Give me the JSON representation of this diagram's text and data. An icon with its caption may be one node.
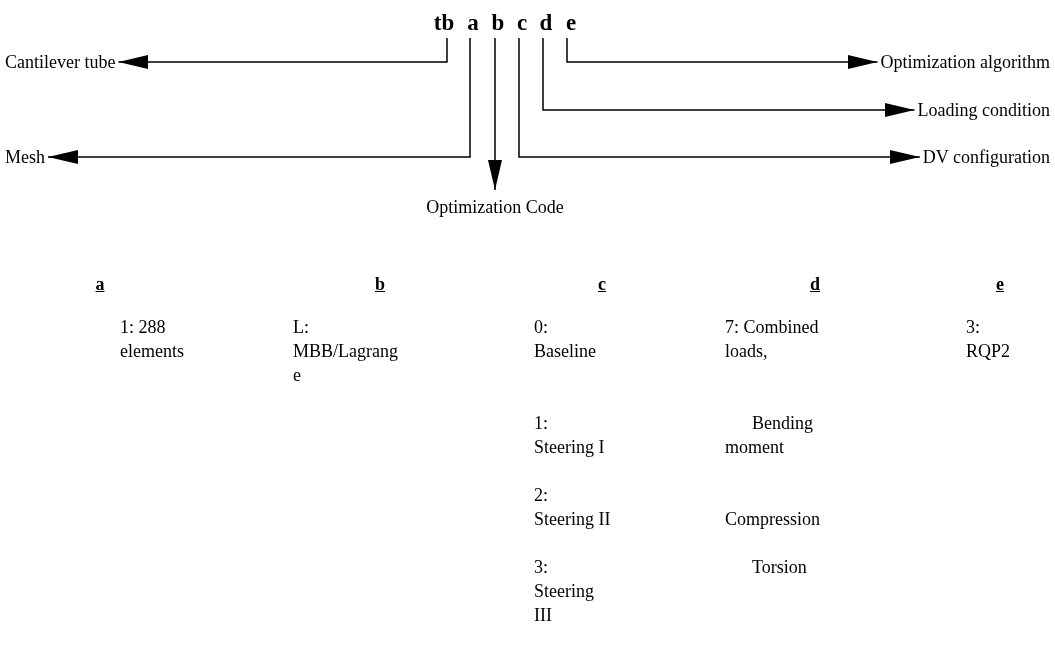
{
  "diagram": {
    "nodes": [
      {
        "text": [
          "tb"
        ]
      },
      {
        "text": [
          "a"
        ]
      },
      {
        "text": [
          "b"
        ]
      },
      {
        "text": [
          "c"
        ]
      },
      {
        "text": [
          "d"
        ]
      },
      {
        "text": [
          "e"
        ]
      },
      {
        "text": [
          "Cantilever tube"
        ]
      },
      {
        "text": [
          "Mesh"
        ]
      },
      {
        "text": [
          "Optimization Code"
        ]
      },
      {
        "text": [
          "Optimization algorithm"
        ]
      },
      {
        "text": [
          "Loading condition"
        ]
      },
      {
        "text": [
          "DV configuration"
        ]
      }
    ],
    "edges": [
      {
        "from": 0,
        "to": 6,
        "arrow": "to"
      },
      {
        "from": 1,
        "to": 7,
        "arrow": "to"
      },
      {
        "from": 2,
        "to": 8,
        "arrow": "to"
      },
      {
        "from": 3,
        "to": 11,
        "arrow": "to"
      },
      {
        "from": 4,
        "to": 10,
        "arrow": "to"
      },
      {
        "from": 5,
        "to": 9,
        "arrow": "to"
      }
    ],
    "labels": [
      "a",
      "b",
      "c",
      "d",
      "e",
      "1: 288 elements",
      "L: MBB/Lagrange",
      "0: Baseline",
      "7: Combined loads,",
      "3: RQP2",
      "1: Steering I",
      "Bending moment",
      "2: Steering II",
      "Compression",
      "3: Steering III",
      "Torsion"
    ]
  }
}
